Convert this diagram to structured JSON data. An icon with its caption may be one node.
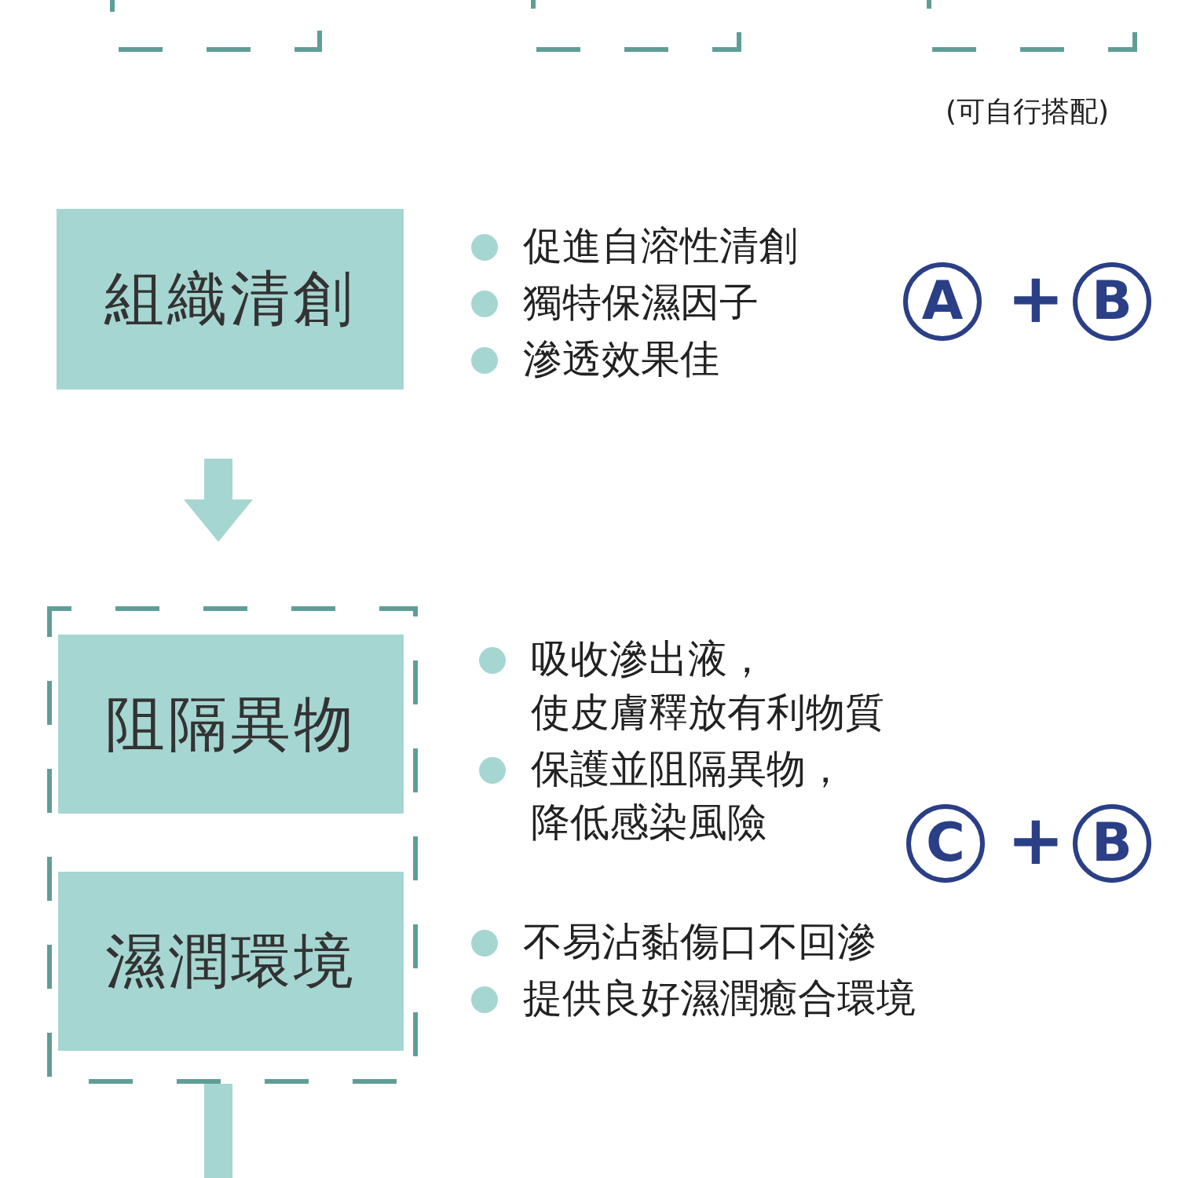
{
  "diagram": {
    "nodes": [
      {
        "text": [],
        "shape": "box"
      },
      {
        "text": [],
        "shape": "box"
      },
      {
        "text": [],
        "shape": "box"
      },
      {
        "text": [
          "組織清創"
        ],
        "beside": [
          "促進自溶性清創",
          "獨特保濕因子",
          "滲透效果佳"
        ]
      },
      {
        "text": [],
        "shape": "box"
      },
      {
        "text": [
          "阻隔異物"
        ],
        "in": 4,
        "beside": [
          "吸收滲出液，使皮膚釋放有利物質",
          "保護並阻隔異物，降低感染風險"
        ]
      },
      {
        "text": [
          "濕潤環境"
        ],
        "in": 4,
        "beside": [
          "不易沾黏傷口不回滲",
          "提供良好濕潤癒合環境"
        ]
      }
    ],
    "edges": [
      {
        "from": 3,
        "to": 4,
        "arrow": "to"
      },
      {
        "from": 4,
        "to": null,
        "arrow": "none"
      }
    ],
    "labels": [
      "(可自行搭配)",
      "A",
      "+",
      "B",
      "C",
      "+",
      "B"
    ]
  }
}
